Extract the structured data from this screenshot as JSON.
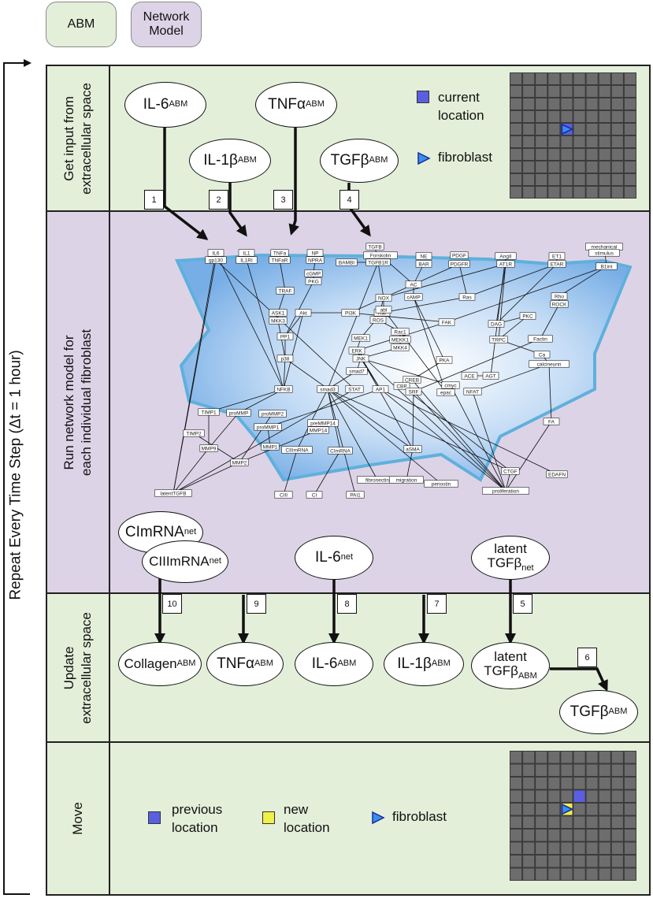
{
  "legend": {
    "abm": "ABM",
    "network_model": [
      "Network",
      "Model"
    ]
  },
  "loop_label": "Repeat Every Time Step (Δt = 1 hour)",
  "stages": [
    {
      "id": "input",
      "label": [
        "Get input from",
        "extracellular space"
      ]
    },
    {
      "id": "run",
      "label": [
        "Run network model for",
        "each individual fibroblast"
      ]
    },
    {
      "id": "update",
      "label": [
        "Update",
        "extracellular space"
      ]
    },
    {
      "id": "move",
      "label": [
        "Move"
      ]
    }
  ],
  "input_nodes": [
    {
      "base": "IL-6",
      "sub": "ABM"
    },
    {
      "base": "IL-1β",
      "sub": "ABM"
    },
    {
      "base": "TNFα",
      "sub": "ABM"
    },
    {
      "base": "TGFβ",
      "sub": "ABM"
    }
  ],
  "input_numbers": [
    "1",
    "2",
    "3",
    "4"
  ],
  "input_grid": {
    "rows": 10,
    "cols": 10,
    "current_location": [
      4,
      4
    ],
    "legend_current": [
      "current",
      "location"
    ],
    "legend_fibroblast": "fibroblast",
    "colors": {
      "cell": "#6d6d6d",
      "grid_line": "#3b3b3b",
      "current": "#5a5fe0",
      "fibroblast": "#3a8fe8",
      "new": "#f0f04a"
    }
  },
  "network_labels": [
    "IL6",
    "gp130",
    "IL1",
    "IL1RI",
    "TNFa",
    "TNFaR",
    "NP",
    "NPRA",
    "TGFB",
    "BAMBI",
    "TGFB1R",
    "Forskolin",
    "NE",
    "BAR",
    "PDGF",
    "PDGFR",
    "AngII",
    "AT1R",
    "ET1",
    "ETAR",
    "mechanical",
    "stimulus",
    "B1int",
    "cGMP",
    "PKG",
    "TRAF",
    "AC",
    "cAMP",
    "Ras",
    "Rho",
    "ROCK",
    "ASK1",
    "Akt",
    "MKK3",
    "PI3K",
    "Raf",
    "NOX",
    "abl",
    "ROS",
    "Rac1",
    "MEKK1",
    "MKK4",
    "FAK",
    "DAG",
    "PKC",
    "PP1",
    "MEK1",
    "ERK",
    "JNK",
    "p38",
    "TRPC",
    "Factin",
    "Ca",
    "calcineurin",
    "smad7",
    "PKA",
    "ACE",
    "AGT",
    "NFKB",
    "smad3",
    "STAT",
    "AP1",
    "CREB",
    "CBP",
    "SRF",
    "cmyc",
    "epac",
    "NFAT",
    "TIMP1",
    "proMMP",
    "proMMP2",
    "TIMP2",
    "proMMP1",
    "preMMP14",
    "MMP14",
    "MMP9",
    "MMP1",
    "MMP2",
    "CIIImRNA",
    "CImRNA",
    "aSMA",
    "CTGF",
    "EDAFN",
    "FA",
    "latentTGFB",
    "CIII",
    "CI",
    "PAI1",
    "fibronectin",
    "migration",
    "periostin",
    "proliferation"
  ],
  "network_outputs": [
    {
      "base": "CImRNA",
      "sub": "net"
    },
    {
      "base": "CIIImRNA",
      "sub": "net"
    },
    {
      "base": "IL-6",
      "sub": "net"
    },
    {
      "base": [
        "latent",
        "TGFβ"
      ],
      "sub": "net"
    }
  ],
  "update_numbers": [
    "10",
    "9",
    "8",
    "7",
    "5",
    "6"
  ],
  "update_nodes": [
    {
      "base": "Collagen",
      "sub": "ABM"
    },
    {
      "base": "TNFα",
      "sub": "ABM"
    },
    {
      "base": "IL-6",
      "sub": "ABM"
    },
    {
      "base": "IL-1β",
      "sub": "ABM"
    },
    {
      "base": [
        "latent",
        "TGFβ"
      ],
      "sub": "ABM"
    },
    {
      "base": "TGFβ",
      "sub": "ABM"
    }
  ],
  "move": {
    "previous": [
      "previous",
      "location"
    ],
    "new": [
      "new",
      "location"
    ],
    "fibroblast": "fibroblast",
    "previous_location": [
      3,
      5
    ],
    "new_location": [
      4,
      4
    ]
  }
}
